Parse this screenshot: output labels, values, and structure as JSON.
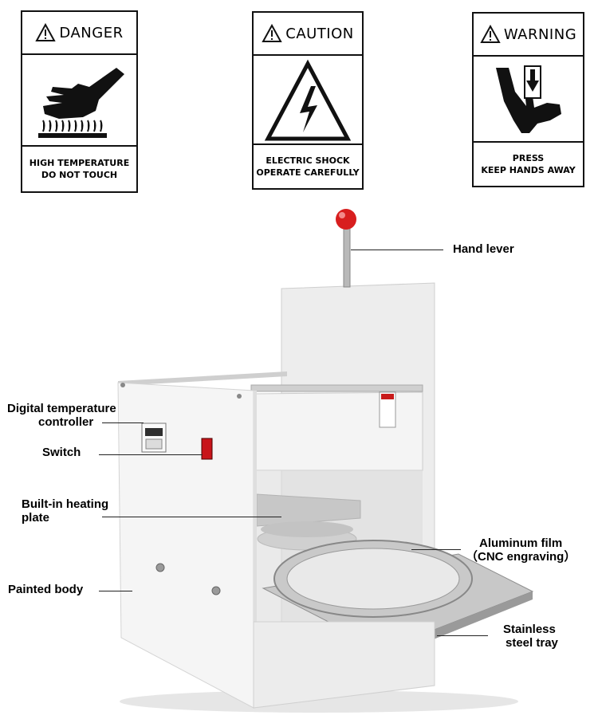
{
  "signs": {
    "danger": {
      "title": "DANGER",
      "line1": "HIGH TEMPERATURE",
      "line2": "DO NOT TOUCH",
      "icon": "hot-surface-hand-icon"
    },
    "caution": {
      "title": "CAUTION",
      "line1": "ELECTRIC SHOCK",
      "line2": "OPERATE CAREFULLY",
      "icon": "electric-shock-icon"
    },
    "warning": {
      "title": "WARNING",
      "line1": "PRESS",
      "line2": "KEEP HANDS AWAY",
      "icon": "crush-hand-icon"
    }
  },
  "labels": {
    "hand_lever": "Hand lever",
    "temp_controller_1": "Digital temperature",
    "temp_controller_2": "controller",
    "switch": "Switch",
    "heating_1": "Built-in heating",
    "heating_2": "plate",
    "film_1": "Aluminum film",
    "film_2": "（CNC engraving）",
    "painted_body": "Painted body",
    "tray_1": "Stainless",
    "tray_2": "steel tray"
  },
  "colors": {
    "lever_knob": "#d81e1e",
    "switch": "#c8141a",
    "body": "#f2f2f2"
  }
}
